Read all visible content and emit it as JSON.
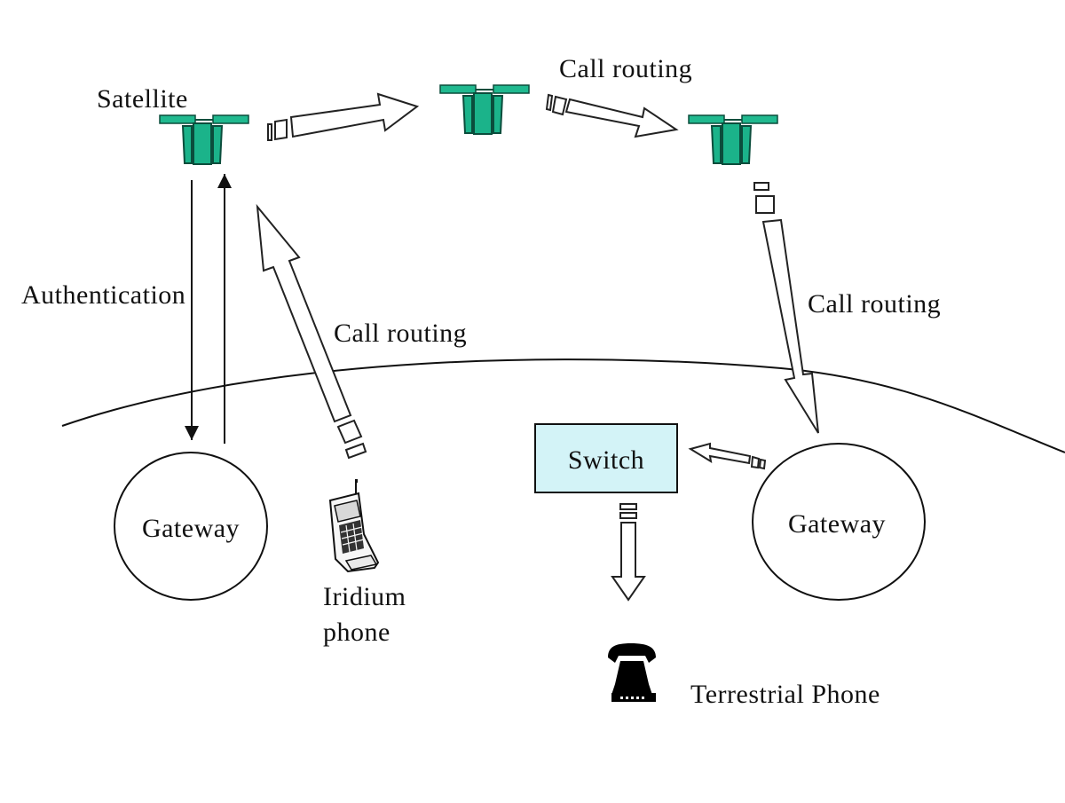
{
  "diagram": {
    "labels": {
      "satellite": "Satellite",
      "call_routing_top": "Call routing",
      "call_routing_right": "Call routing",
      "call_routing_left": "Call routing",
      "authentication": "Authentication",
      "switch": "Switch",
      "gateway_left": "Gateway",
      "gateway_right": "Gateway",
      "iridium_phone_line1": "Iridium",
      "iridium_phone_line2": "phone",
      "terrestrial_phone": "Terrestrial Phone"
    },
    "colors": {
      "satellite": "#1bb38a",
      "switch_fill": "#d3f3f7",
      "line": "#222222"
    },
    "icons": {
      "satellite": "satellite-icon",
      "mobile_phone": "satellite-phone-icon",
      "desk_phone": "desk-telephone-icon"
    }
  }
}
